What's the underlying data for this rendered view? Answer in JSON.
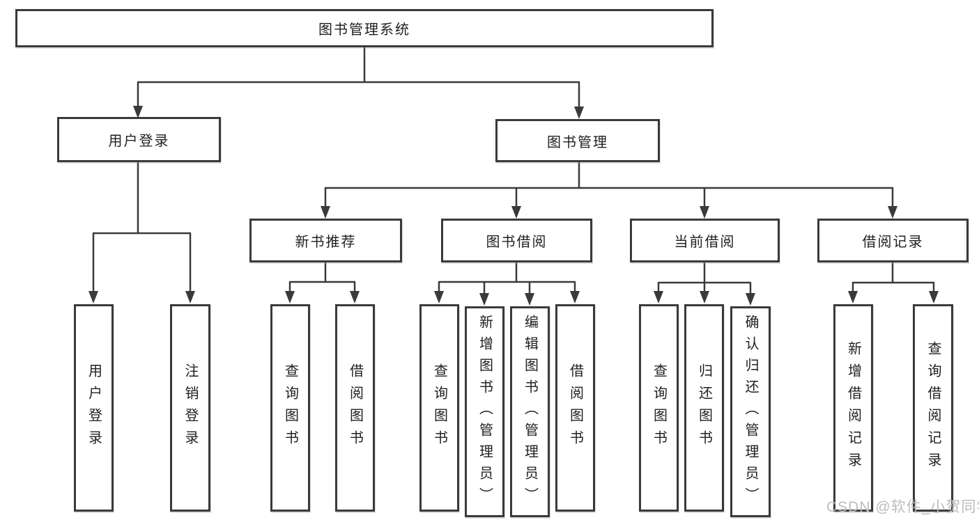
{
  "diagram": {
    "type": "hierarchy-tree",
    "background": "#ffffff",
    "line_color": "#3a3a3a",
    "box_border_color": "#3a3a3a",
    "text_color": "#1f1f1f"
  },
  "nodes": {
    "root": "图书管理系统",
    "user_login": "用户登录",
    "book_mgmt": "图书管理",
    "new_book_rec": "新书推荐",
    "book_borrow": "图书借阅",
    "current_borrow": "当前借阅",
    "borrow_records": "借阅记录",
    "leaf_user_login": "用户登录",
    "leaf_logout": "注销登录",
    "leaf_query_book_rec": "查询图书",
    "leaf_borrow_book_rec": "借阅图书",
    "leaf_query_book_borrow": "查询图书",
    "leaf_add_book": "新增图书（管理员）",
    "leaf_edit_book": "编辑图书（管理员）",
    "leaf_borrow_book_borrow": "借阅图书",
    "leaf_query_book_current": "查询图书",
    "leaf_return_book": "归还图书",
    "leaf_confirm_return": "确认归还（管理员）",
    "leaf_add_borrow_record": "新增借阅记录",
    "leaf_query_borrow_record": "查询借阅记录"
  },
  "hierarchy": {
    "root": [
      "user_login",
      "book_mgmt"
    ],
    "user_login": [
      "leaf_user_login",
      "leaf_logout"
    ],
    "book_mgmt": [
      "new_book_rec",
      "book_borrow",
      "current_borrow",
      "borrow_records"
    ],
    "new_book_rec": [
      "leaf_query_book_rec",
      "leaf_borrow_book_rec"
    ],
    "book_borrow": [
      "leaf_query_book_borrow",
      "leaf_add_book",
      "leaf_edit_book",
      "leaf_borrow_book_borrow"
    ],
    "current_borrow": [
      "leaf_query_book_current",
      "leaf_return_book",
      "leaf_confirm_return"
    ],
    "borrow_records": [
      "leaf_add_borrow_record",
      "leaf_query_borrow_record"
    ]
  },
  "watermark": {
    "text": "CSDN @软件_小贺同学",
    "color": "#bcbcbc"
  }
}
